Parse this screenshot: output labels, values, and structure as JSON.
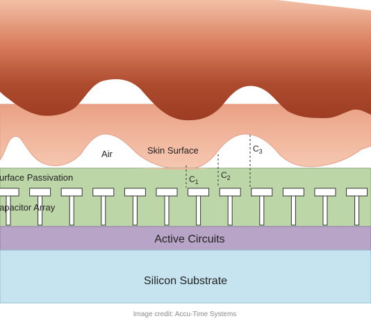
{
  "diagram": {
    "labels": {
      "air": "Air",
      "skin_surface": "Skin Surface",
      "c1": "C",
      "c1_sub": "1",
      "c2": "C",
      "c2_sub": "2",
      "c3": "C",
      "c3_sub": "3",
      "passivation": "urface Passivation",
      "capacitor_array": "apacitor Array",
      "active_circuits": "Active Circuits",
      "silicon_substrate": "Silicon Substrate"
    },
    "credit": "Image credit: Accu-Time Systems",
    "colors": {
      "tissue_dark": "#a8452a",
      "tissue_mid": "#d27556",
      "tissue_light": "#f0b496",
      "skin": "#f0b49a",
      "passivation": "#bcd6a8",
      "active_circuits": "#b8a4c6",
      "silicon_substrate": "#c6e4ef",
      "capacitor_plate": "#ffffff"
    }
  }
}
